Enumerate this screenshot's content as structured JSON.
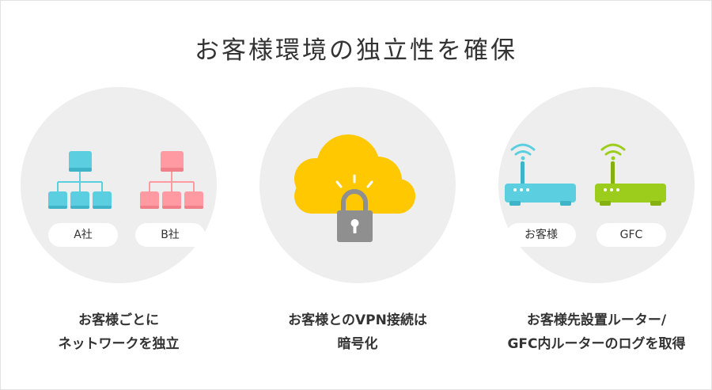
{
  "title": "お客様環境の独立性を確保",
  "colors": {
    "circle_bg": "#eeeeee",
    "blue": "#5bcfe0",
    "blue_dark": "#3fb4c8",
    "pink": "#ff9aa2",
    "pink_dark": "#f07f88",
    "yellow": "#ffc800",
    "lock_gray": "#8f8f8f",
    "lime": "#9ccc1c",
    "lime_dark": "#84b012"
  },
  "panels": [
    {
      "id": "isolation",
      "icon": "org-chart-icon",
      "labels": [
        "A社",
        "B社"
      ],
      "caption": [
        "お客様ごとに",
        "ネットワークを独立"
      ]
    },
    {
      "id": "vpn",
      "icon": "cloud-lock-icon",
      "caption": [
        "お客様とのVPN接続は",
        "暗号化"
      ]
    },
    {
      "id": "routers",
      "icon": "router-icon",
      "labels": [
        "お客様",
        "GFC"
      ],
      "caption": [
        "お客様先設置ルーター/",
        "GFC内ルーターのログを取得"
      ]
    }
  ]
}
